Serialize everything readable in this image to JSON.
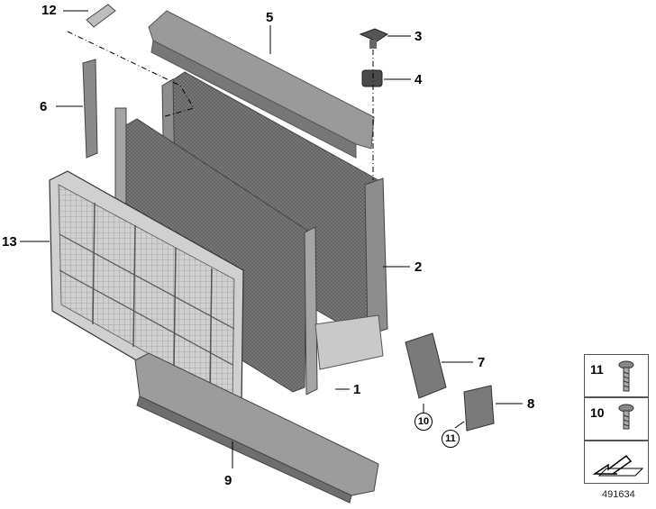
{
  "diagram": {
    "callouts": [
      {
        "id": "1",
        "text": "1"
      },
      {
        "id": "2",
        "text": "2"
      },
      {
        "id": "3",
        "text": "3"
      },
      {
        "id": "4",
        "text": "4"
      },
      {
        "id": "5",
        "text": "5"
      },
      {
        "id": "6",
        "text": "6"
      },
      {
        "id": "7",
        "text": "7"
      },
      {
        "id": "8",
        "text": "8"
      },
      {
        "id": "9",
        "text": "9"
      },
      {
        "id": "12",
        "text": "12"
      },
      {
        "id": "13",
        "text": "13"
      }
    ],
    "circled_refs": [
      {
        "id": "10",
        "text": "10"
      },
      {
        "id": "11",
        "text": "11"
      }
    ],
    "legend": [
      {
        "num": "11",
        "icon": "screw-icon"
      },
      {
        "num": "10",
        "icon": "screw-icon"
      },
      {
        "num": "",
        "icon": "assembly-arrow-icon"
      }
    ],
    "doc_number": "491634",
    "colors": {
      "parts": "#8c8c8c",
      "dark": "#4a4a4a",
      "line": "#000000"
    }
  }
}
